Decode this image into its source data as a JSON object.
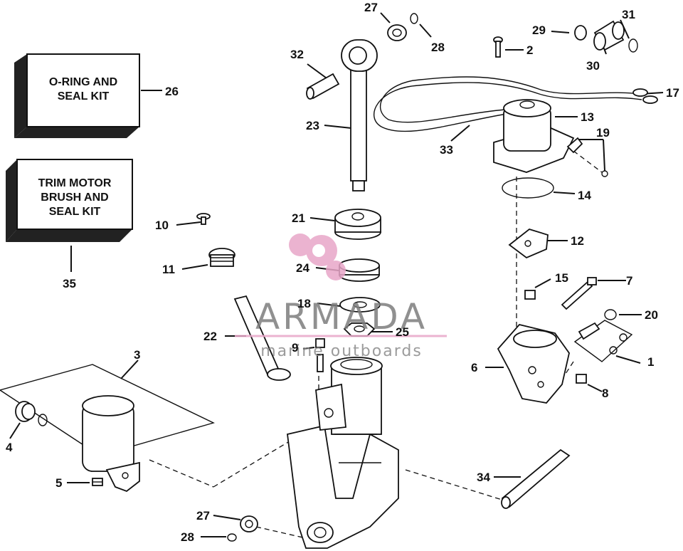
{
  "kits": [
    {
      "text_lines": [
        "O-RING AND",
        "SEAL KIT"
      ]
    },
    {
      "text_lines": [
        "TRIM MOTOR",
        "BRUSH AND",
        "SEAL KIT"
      ]
    }
  ],
  "callouts": [
    "1",
    "2",
    "3",
    "4",
    "5",
    "6",
    "7",
    "8",
    "9",
    "10",
    "11",
    "12",
    "13",
    "14",
    "15",
    "17",
    "18",
    "19",
    "20",
    "21",
    "22",
    "23",
    "24",
    "25",
    "26",
    "27",
    "28",
    "29",
    "30",
    "31",
    "32",
    "33",
    "34",
    "35"
  ],
  "callout_27b": "27",
  "callout_28b": "28",
  "watermark": {
    "brand": "ARMADA",
    "tagline": "marine outboards",
    "accent_color": "#e8a6c8"
  }
}
